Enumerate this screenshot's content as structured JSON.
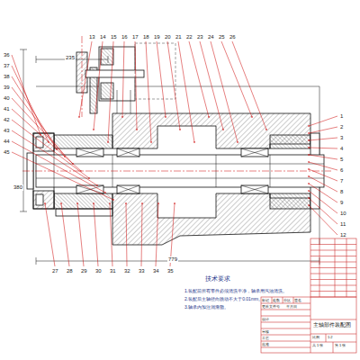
{
  "diagram": {
    "labels": [
      "1",
      "2",
      "3",
      "4",
      "5",
      "6",
      "7",
      "8",
      "9",
      "10",
      "11",
      "12",
      "13",
      "14",
      "15",
      "16",
      "17",
      "18",
      "19",
      "20",
      "21",
      "22",
      "23",
      "24",
      "25",
      "26",
      "27",
      "28",
      "29",
      "30",
      "31",
      "32",
      "33",
      "34",
      "35",
      "36",
      "37",
      "38",
      "39",
      "40",
      "41",
      "42",
      "43",
      "44",
      "45",
      "779",
      "380",
      "235",
      "技术要求",
      "1.装配前所有零件必须清洗干净，轴承用汽油清洗。",
      "2.装配后主轴径向跳动不大于0.01mm。",
      "3.轴承内加注润滑脂。",
      "主轴部件装配图",
      "标记",
      "处数",
      "分区",
      "签名",
      "更改文件号",
      "年月日",
      "设计",
      "审核",
      "工艺",
      "批准",
      "比例",
      "1:2",
      "共 1 张",
      "第 1 张"
    ]
  }
}
